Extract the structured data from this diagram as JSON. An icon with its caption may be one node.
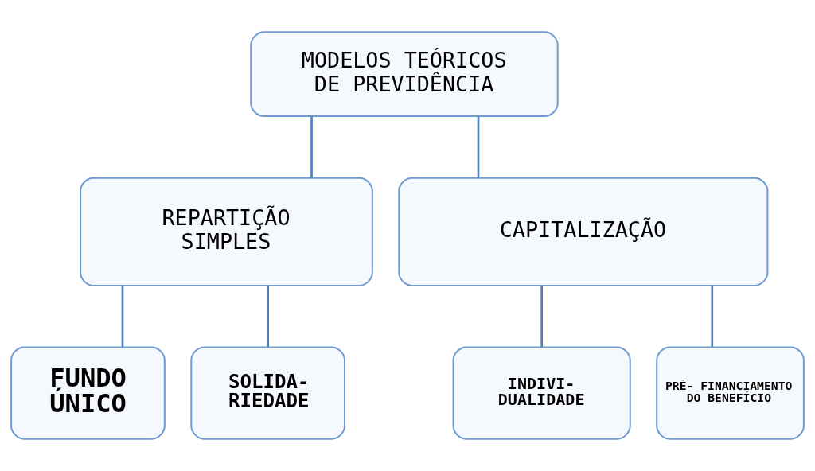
{
  "diagram": {
    "nodes": [
      {
        "text": [
          "MODELOS TEÓRICOS DE PREVIDÊNCIA"
        ]
      },
      {
        "text": [
          "REPARTIÇÃO SIMPLES"
        ]
      },
      {
        "text": [
          "CAPITALIZAÇÃO"
        ]
      },
      {
        "text": [
          "FUNDO ÚNICO"
        ]
      },
      {
        "text": [
          "SOLIDA- RIEDADE"
        ]
      },
      {
        "text": [
          "INDIVI- DUALIDADE"
        ]
      },
      {
        "text": [
          "PRÉ- FINANCIAMENTO DO BENEFÍCIO"
        ]
      }
    ],
    "edges": [
      {
        "from": 0,
        "to": 1,
        "arrow": "none"
      },
      {
        "from": 0,
        "to": 2,
        "arrow": "none"
      },
      {
        "from": 1,
        "to": 3,
        "arrow": "none"
      },
      {
        "from": 1,
        "to": 4,
        "arrow": "none"
      },
      {
        "from": 2,
        "to": 5,
        "arrow": "none"
      },
      {
        "from": 2,
        "to": 6,
        "arrow": "none"
      }
    ]
  }
}
